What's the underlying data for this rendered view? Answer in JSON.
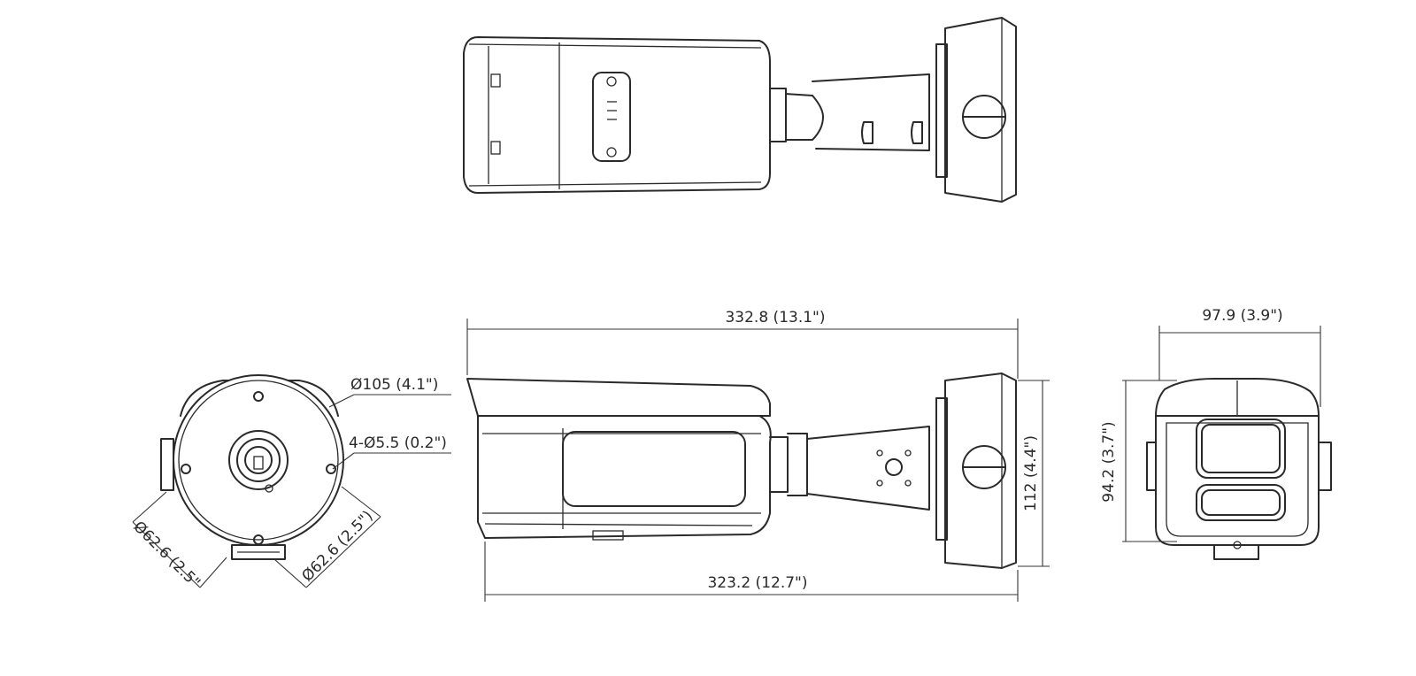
{
  "dimensions": {
    "overall_length": "332.8  (13.1\")",
    "body_length": "323.2  (12.7\")",
    "mount_height": "112 (4.4\")",
    "base_diameter": "Ø105 (4.1\")",
    "screw_holes": "4-Ø5.5 (0.2\")",
    "hole_spacing_a": "Ø62.6 (2.5\"",
    "hole_spacing_b": "Ø62.6 (2.5\")",
    "front_width": "97.9 (3.9\")",
    "front_height": "94.2 (3.7\")"
  },
  "views": [
    "top-view",
    "side-view",
    "back-view",
    "front-view"
  ]
}
